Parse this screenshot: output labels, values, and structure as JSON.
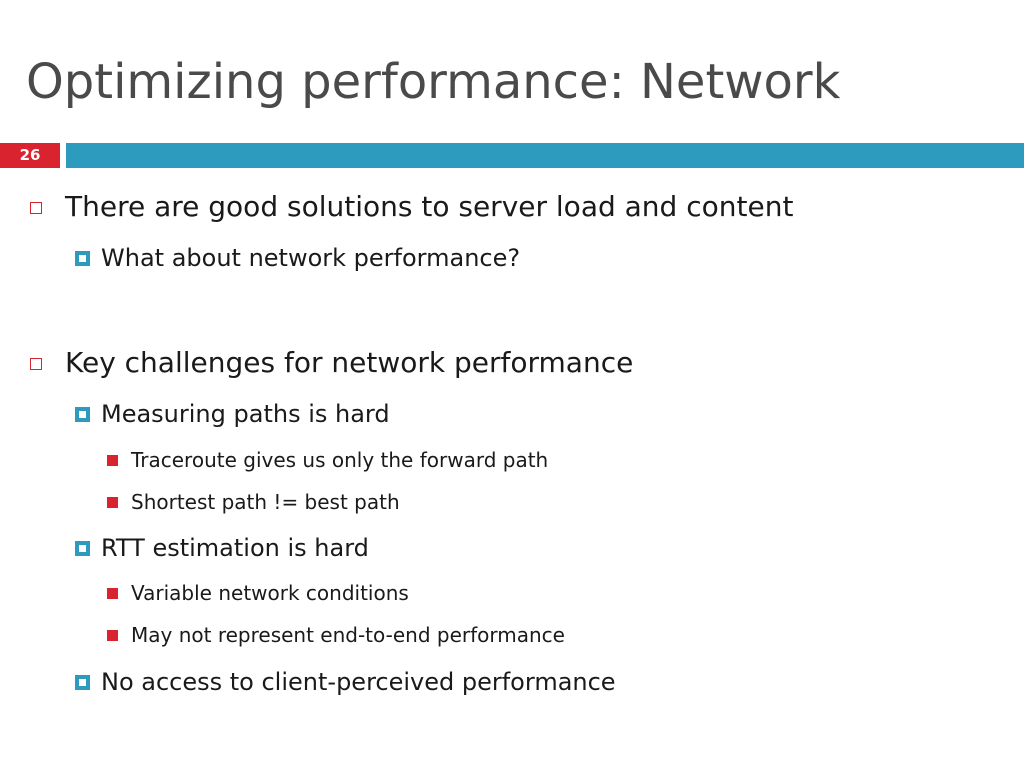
{
  "slide": {
    "title": "Optimizing performance: Network",
    "number": "26"
  },
  "bullets": [
    {
      "level": 1,
      "text": "There are good solutions to server load and content"
    },
    {
      "level": 2,
      "text": "What about network performance?"
    },
    {
      "level": 1,
      "text": "Key challenges for network performance"
    },
    {
      "level": 2,
      "text": "Measuring paths is hard"
    },
    {
      "level": 3,
      "text": "Traceroute gives us only the forward path"
    },
    {
      "level": 3,
      "text": "Shortest path != best path"
    },
    {
      "level": 2,
      "text": "RTT estimation is hard"
    },
    {
      "level": 3,
      "text": "Variable network conditions"
    },
    {
      "level": 3,
      "text": "May not represent end-to-end performance"
    },
    {
      "level": 2,
      "text": "No access to client-perceived performance"
    }
  ],
  "colors": {
    "accent_red": "#d9232e",
    "accent_blue": "#2d9bbd",
    "title_gray": "#4a4a4a"
  }
}
